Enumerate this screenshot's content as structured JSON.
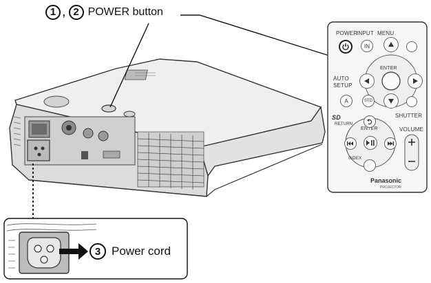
{
  "callouts": {
    "power": {
      "num1": "1",
      "sep": ",",
      "num2": "2",
      "label": "POWER button"
    },
    "cord": {
      "num": "3",
      "label": "Power cord"
    }
  },
  "remote": {
    "power": "POWER",
    "input": "INPUT",
    "menu": "MENU",
    "enter": "ENTER",
    "auto_setup_1": "AUTO",
    "auto_setup_2": "SETUP",
    "shutter": "SHUTTER",
    "return": "RETURN",
    "enter2": "ENTER",
    "volume": "VOLUME",
    "index": "INDEX",
    "in_btn": "IN",
    "a_btn": "A",
    "std_btn": "STD",
    "brand": "Panasonic",
    "model": "PROJECTOR",
    "sd": "SD"
  },
  "icons": [
    "power-icon",
    "up-arrow-icon",
    "down-arrow-icon",
    "left-arrow-icon",
    "right-arrow-icon",
    "return-icon",
    "skip-back-icon",
    "play-pause-icon",
    "skip-forward-icon",
    "plus-icon",
    "minus-icon",
    "power-inlet-icon",
    "arrow-right-icon"
  ]
}
